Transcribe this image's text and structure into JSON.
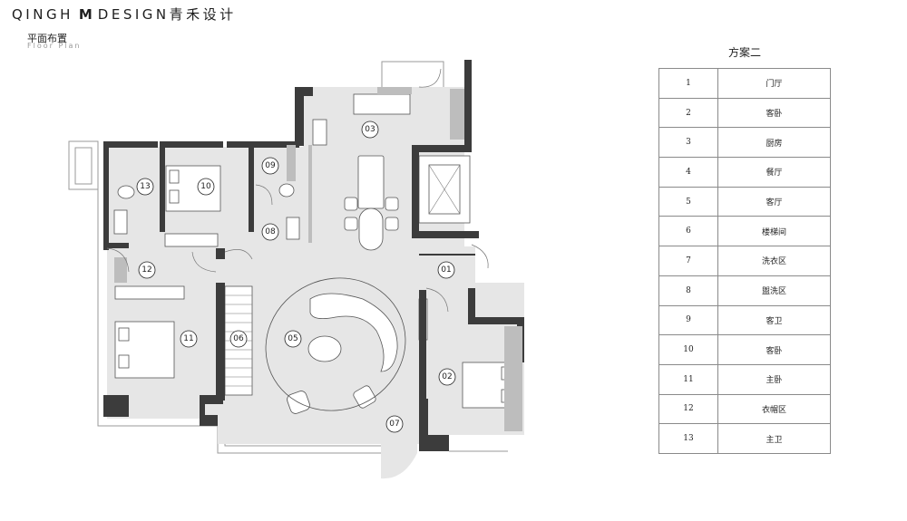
{
  "brand": {
    "left": "QINGH",
    "mark": "M",
    "right": "DESIGN青禾设计"
  },
  "page": {
    "title": "平面布置",
    "subtitle": "Floor Plan"
  },
  "legend": {
    "title": "方案二",
    "rows": [
      {
        "num": "1",
        "name": "门厅"
      },
      {
        "num": "2",
        "name": "客卧"
      },
      {
        "num": "3",
        "name": "厨房"
      },
      {
        "num": "4",
        "name": "餐厅"
      },
      {
        "num": "5",
        "name": "客厅"
      },
      {
        "num": "6",
        "name": "楼梯间"
      },
      {
        "num": "7",
        "name": "洗衣区"
      },
      {
        "num": "8",
        "name": "盥洗区"
      },
      {
        "num": "9",
        "name": "客卫"
      },
      {
        "num": "10",
        "name": "客卧"
      },
      {
        "num": "11",
        "name": "主卧"
      },
      {
        "num": "12",
        "name": "衣帽区"
      },
      {
        "num": "13",
        "name": "主卫"
      }
    ]
  },
  "plan": {
    "room_labels": [
      "01",
      "02",
      "03",
      "05",
      "06",
      "07",
      "08",
      "09",
      "10",
      "11",
      "12",
      "13"
    ]
  }
}
